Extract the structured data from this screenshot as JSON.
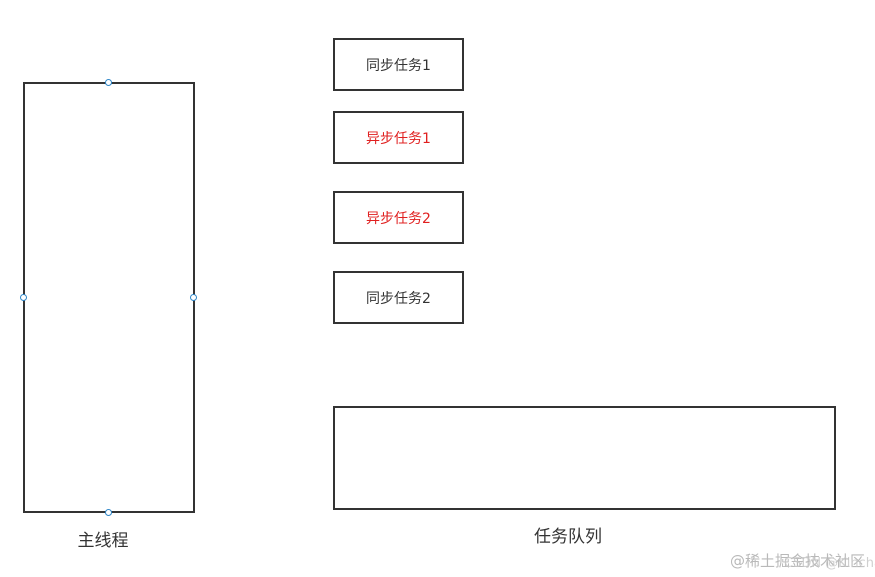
{
  "diagram": {
    "main_thread": {
      "label": "主线程"
    },
    "tasks": [
      {
        "label": "同步任务1",
        "kind": "sync",
        "color": "#333333"
      },
      {
        "label": "异步任务1",
        "kind": "async",
        "color": "#e02020"
      },
      {
        "label": "异步任务2",
        "kind": "async",
        "color": "#e02020"
      },
      {
        "label": "同步任务2",
        "kind": "sync",
        "color": "#333333"
      }
    ],
    "task_queue": {
      "label": "任务队列"
    }
  },
  "watermark": {
    "text": "@稀土掘金技术社区",
    "sub_text": "CSDN @Kinchar"
  }
}
